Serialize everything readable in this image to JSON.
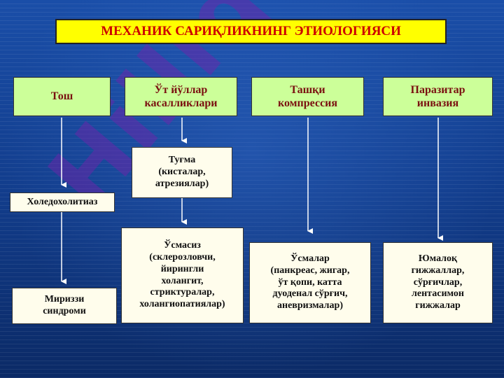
{
  "title": "МЕХАНИК САРИҚЛИКНИНГ ЭТИОЛОГИЯСИ",
  "watermark": "Hilliq.A",
  "colors": {
    "title_bg": "#ffff00",
    "title_text": "#cc0000",
    "top_box_bg": "#ccff99",
    "top_box_text": "#7a1010",
    "sub_box_bg": "#fffdec",
    "arrow": "#ffffff"
  },
  "top_boxes": [
    "Тош",
    "Ўт йўллар\nкасалликлари",
    "Ташқи\nкомпрессия",
    "Паразитар\nинвазия"
  ],
  "boxes": {
    "choledocholithiasis": "Холедохолитиаз",
    "mirizzi": "Мириззи\nсиндроми",
    "congenital": "Туғма\n(кисталар,\nатрезиялар)",
    "stricture": "Ўсмасиз\n(склерозловчи,\nйирингли\nхолангит,\nстриктуралар,\nхолангиопатиялар)",
    "tumors": "Ўсмалар\n(панкреас, жигар,\nўт қопи, катта\nдуоденал сўрғич,\nаневризмалар)",
    "parasites": "Юмалоқ\nгижжаллар,\nсўрғичлар,\nлентасимон\nгижжалар"
  }
}
